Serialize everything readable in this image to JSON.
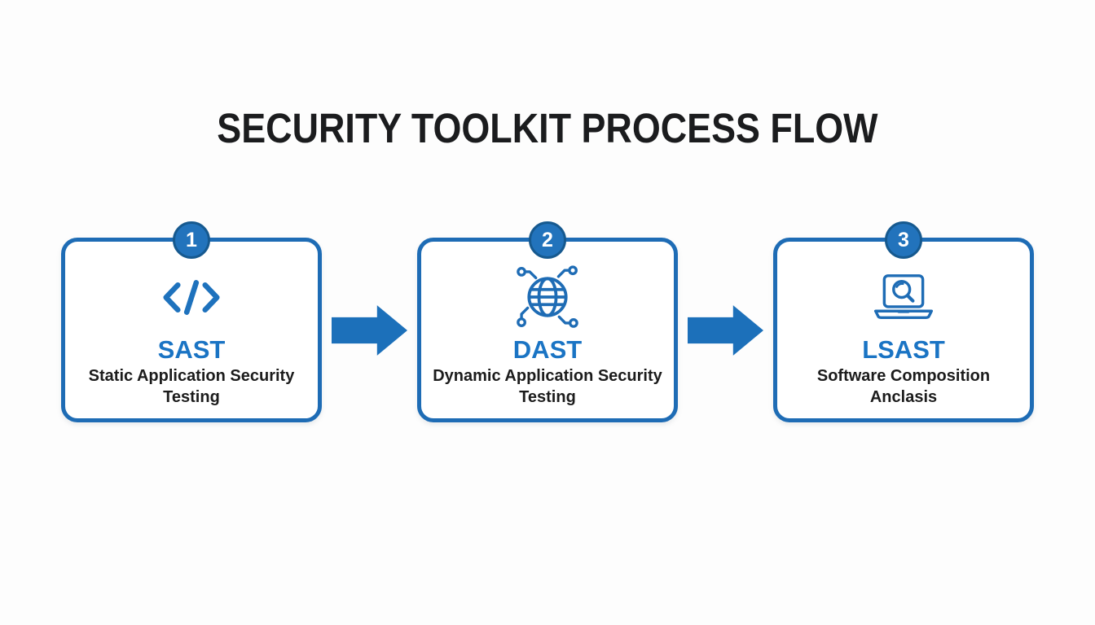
{
  "page": {
    "title": "SECURITY TOOLKIT PROCESS FLOW"
  },
  "colors": {
    "primary_blue": "#1e6cb5",
    "badge_fill": "#2273bc",
    "badge_ring": "#16598f",
    "acronym_blue": "#1a74c4",
    "arrow_blue": "#1c70ba",
    "text_dark": "#1c1c1c",
    "background": "#fdfdfd"
  },
  "steps": [
    {
      "number": "1",
      "icon": "code-icon",
      "acronym": "SAST",
      "description_lines": [
        "Static Application Security",
        "Testing"
      ]
    },
    {
      "number": "2",
      "icon": "globe-network-icon",
      "acronym": "DAST",
      "description_lines": [
        "Dynamic Application Security",
        "Testing"
      ]
    },
    {
      "number": "3",
      "icon": "laptop-search-icon",
      "acronym": "LSAST",
      "description_lines": [
        "Software Composition",
        "Anclasis"
      ]
    }
  ],
  "connectors": [
    {
      "name": "flow-arrow-1",
      "direction": "right"
    },
    {
      "name": "flow-arrow-2",
      "direction": "right"
    }
  ]
}
